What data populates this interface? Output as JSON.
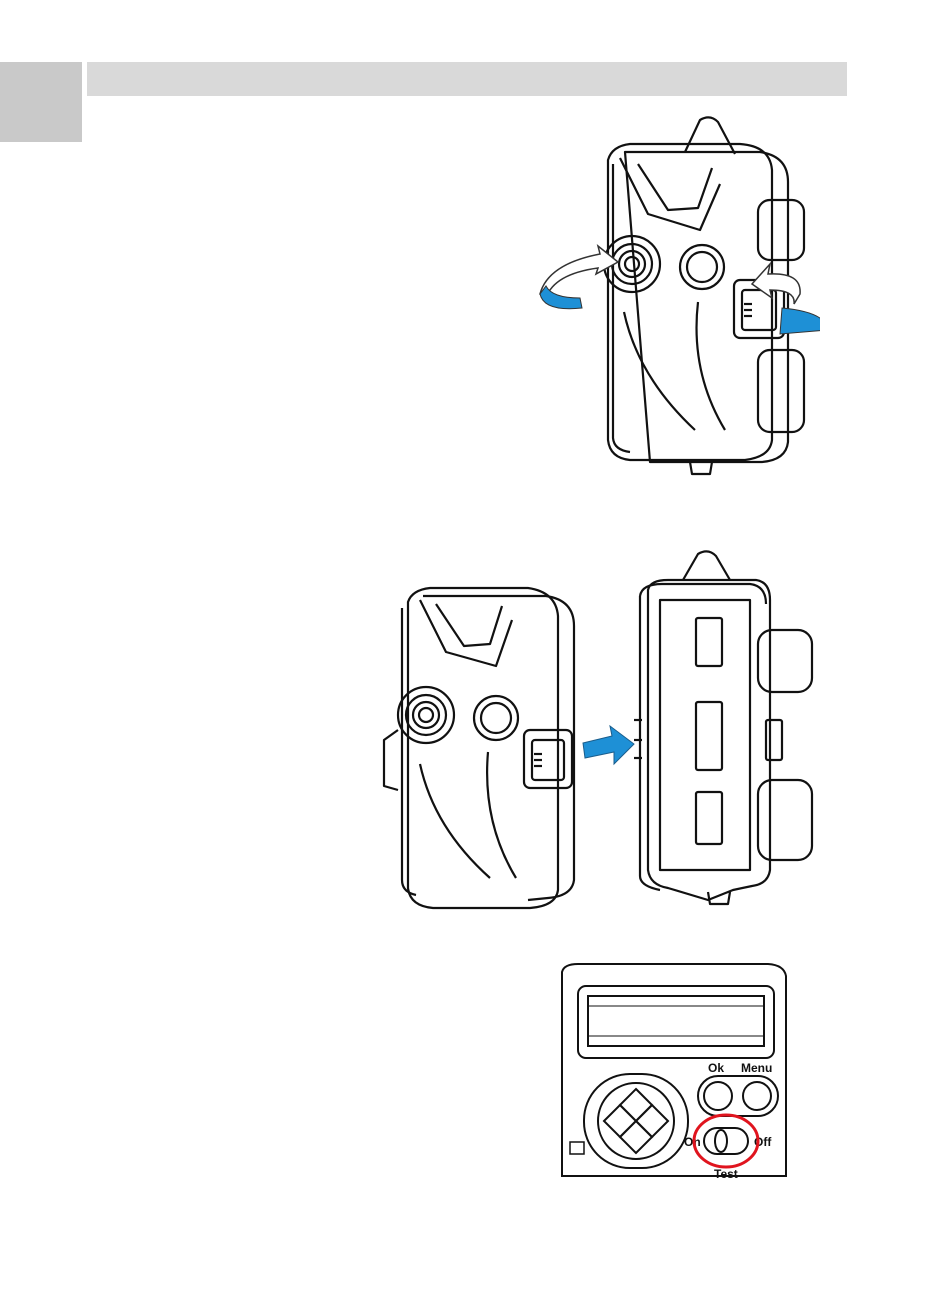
{
  "colors": {
    "header_bar": "#d9d9d9",
    "tab_block": "#c9c9c9",
    "arrow_blue": "#1e90d6",
    "highlight_red": "#e0141e"
  },
  "control_panel": {
    "ok_label": "Ok",
    "menu_label": "Menu",
    "on_label": "On",
    "off_label": "Off",
    "test_label": "Test"
  }
}
